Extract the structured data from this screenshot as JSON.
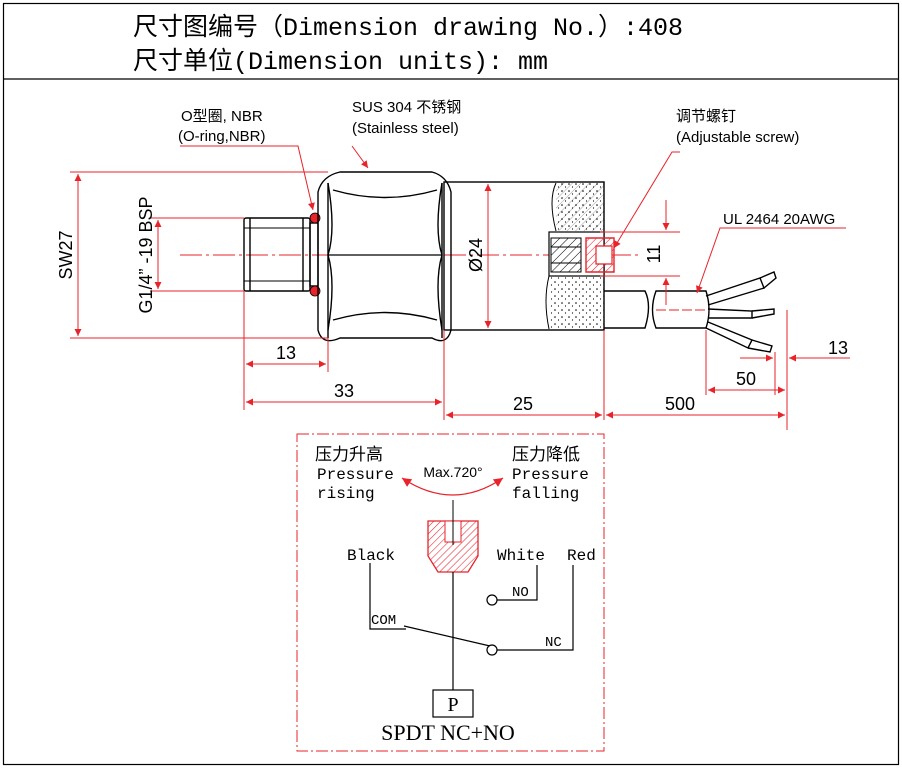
{
  "header": {
    "line1": "尺寸图编号（Dimension drawing No.）:408",
    "line2": "尺寸单位(Dimension units): mm"
  },
  "callouts": {
    "oring_cn": "O型圈, NBR",
    "oring_en": "(O-ring,NBR)",
    "steel_cn": "SUS 304 不锈钢",
    "steel_en": "(Stainless steel)",
    "screw_cn": "调节螺钉",
    "screw_en": "(Adjustable screw)",
    "cable": "UL 2464 20AWG"
  },
  "dimensions": {
    "sw": "SW27",
    "thread": "G1/4” -19 BSP",
    "dia": "Ø24",
    "d11": "11",
    "d13a": "13",
    "d33": "33",
    "d25": "25",
    "d500": "500",
    "d50": "50",
    "d13b": "13"
  },
  "schematic": {
    "rising_cn": "压力升高",
    "rising_en1": "Pressure",
    "rising_en2": "rising",
    "falling_cn": "压力降低",
    "falling_en1": "Pressure",
    "falling_en2": "falling",
    "max": "Max.720°",
    "black": "Black",
    "white": "White",
    "red": "Red",
    "no": "NO",
    "com": "COM",
    "nc": "NC",
    "p": "P",
    "title": "SPDT  NC+NO"
  },
  "colors": {
    "line": "#000000",
    "red": "#e8232a",
    "frame": "#000000"
  }
}
